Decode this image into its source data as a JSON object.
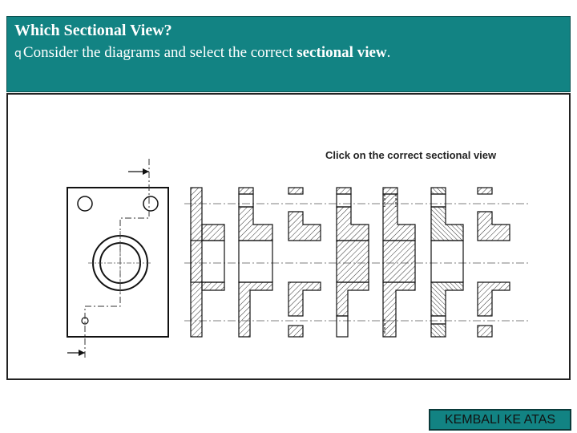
{
  "header": {
    "title": "Which Sectional View?",
    "bullet": "q",
    "subtitle_prefix": "Consider the diagrams and select the correct ",
    "subtitle_highlight": "sectional view",
    "subtitle_suffix": "."
  },
  "panel": {
    "instruction": "Click on the correct sectional view"
  },
  "back_button": {
    "label": "KEMBALI KE ATAS"
  },
  "colors": {
    "header_bg": "#128383",
    "button_bg": "#128383"
  }
}
